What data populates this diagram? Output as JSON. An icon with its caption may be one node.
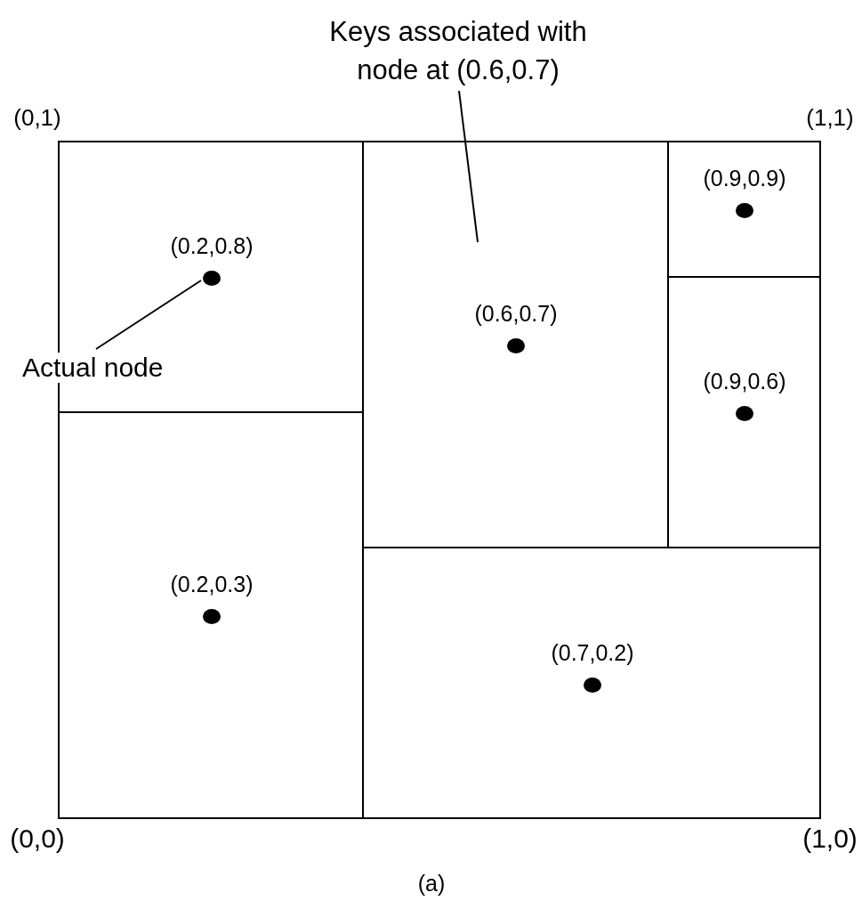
{
  "diagram": {
    "caption": "(a)",
    "nodes": [
      {
        "text": [
          "Keys associated with node at (0.6,0.7)"
        ]
      },
      {
        "text": [],
        "shape": "box"
      },
      {
        "text": [],
        "shape": "circle",
        "in": 1,
        "beside": [
          "(0.2,0.8)"
        ]
      },
      {
        "text": [
          "Actual node"
        ]
      },
      {
        "text": [],
        "shape": "box"
      },
      {
        "text": [],
        "shape": "circle",
        "in": 4,
        "beside": [
          "(0.6,0.7)"
        ]
      },
      {
        "text": [],
        "shape": "box"
      },
      {
        "text": [],
        "shape": "circle",
        "in": 6,
        "beside": [
          "(0.9,0.9)"
        ]
      },
      {
        "text": [],
        "shape": "box"
      },
      {
        "text": [],
        "shape": "circle",
        "in": 8,
        "beside": [
          "(0.9,0.6)"
        ]
      },
      {
        "text": [],
        "shape": "box"
      },
      {
        "text": [],
        "shape": "circle",
        "in": 10,
        "beside": [
          "(0.2,0.3)"
        ]
      },
      {
        "text": [],
        "shape": "box"
      },
      {
        "text": [],
        "shape": "circle",
        "in": 12,
        "beside": [
          "(0.7,0.2)"
        ]
      }
    ],
    "edges": [
      {
        "from": 0,
        "to": 4,
        "arrow": "none"
      },
      {
        "from": 3,
        "to": 2,
        "arrow": "none"
      }
    ],
    "labels": [
      "(0,1)",
      "(1,1)",
      "(0,0)",
      "(1,0)"
    ]
  }
}
